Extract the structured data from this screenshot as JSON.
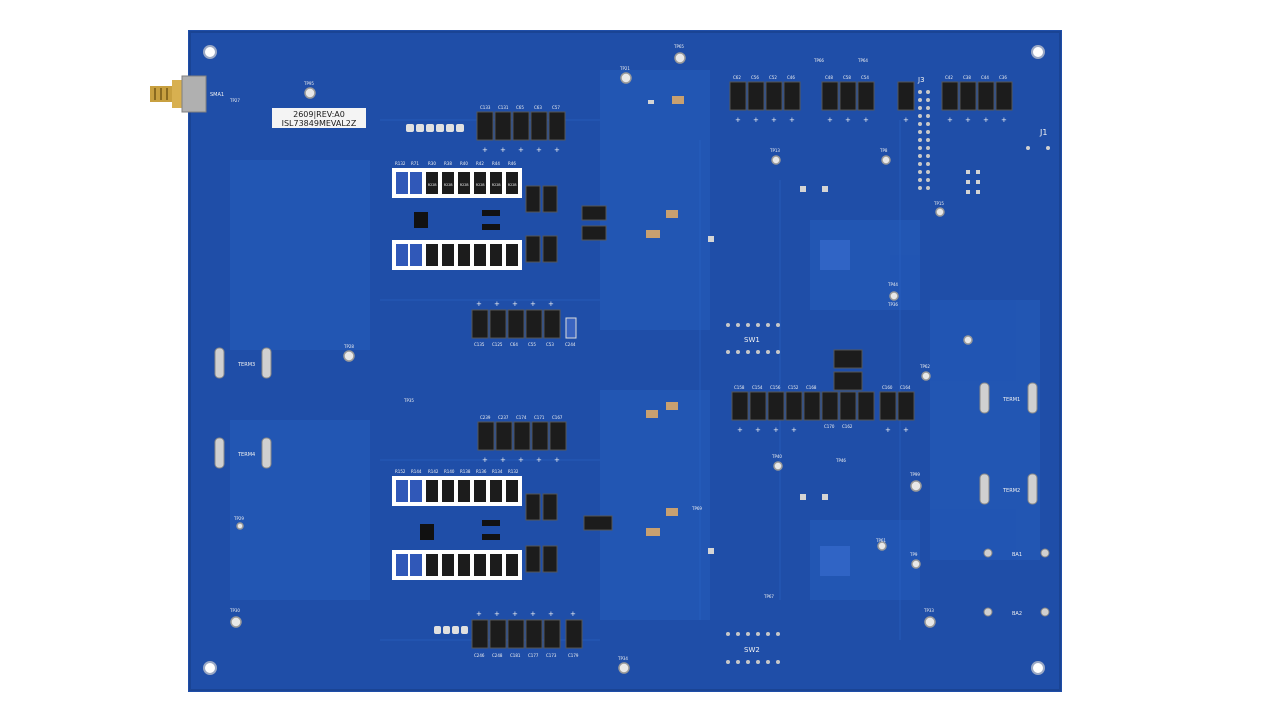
{
  "board": {
    "color": "#1f4ea8",
    "trace_color": "#245cbc",
    "silk_color": "#f2f2f2",
    "pad_color": "#c9c9c9",
    "component_color": "#1c1c1c"
  },
  "labels": {
    "board_id": "2609|REV:A0",
    "board_name": "ISL73849MEVAL2Z",
    "sma": "SMA1",
    "sw1": "SW1",
    "sw2": "SW2",
    "j1": "J1",
    "j3": "J3",
    "term_left_1": "TERM3",
    "term_left_2": "TERM4",
    "term_right_1": "TERM1",
    "term_right_2": "TERM2",
    "ba1": "BA1",
    "ba2": "BA2",
    "tp_labels": [
      "TP27",
      "TP65",
      "TP21",
      "TP95",
      "TP66",
      "TP64",
      "TP29",
      "TP35",
      "TP28",
      "TP30",
      "TP13",
      "TP15",
      "TP8",
      "TP34",
      "TP36",
      "TP44",
      "TP46",
      "TP99",
      "TP33",
      "TP61",
      "TP40",
      "TP67",
      "TP69",
      "TP62",
      "TP9"
    ],
    "top_caps_left": [
      "C133",
      "C131",
      "C65",
      "C63",
      "C57"
    ],
    "top_caps_right_1": [
      "C62",
      "C56",
      "C52",
      "C46"
    ],
    "top_caps_right_2": [
      "C48",
      "C58",
      "C54"
    ],
    "top_caps_right_3": [
      "C42",
      "C38",
      "C44",
      "C36"
    ],
    "upper_resistors": [
      "R132",
      "R71",
      "R30",
      "R38",
      "R40",
      "R42",
      "R44",
      "R46"
    ],
    "mid_caps": [
      "C135",
      "C125",
      "C64",
      "C55",
      "C53",
      "C244"
    ],
    "lower_caps_top": [
      "C239",
      "C237",
      "C174",
      "C171",
      "C167"
    ],
    "lower_resistors": [
      "R152",
      "R144",
      "R142",
      "R140",
      "R138",
      "R136",
      "R134",
      "R132"
    ],
    "bottom_caps": [
      "C246",
      "C248",
      "C181",
      "C177",
      "C173",
      "C179"
    ],
    "right_cap_row": [
      "C158",
      "C154",
      "C156",
      "C152",
      "C168",
      "C170",
      "C162",
      "C160",
      "C164"
    ],
    "resistor_marking": "R22B"
  }
}
